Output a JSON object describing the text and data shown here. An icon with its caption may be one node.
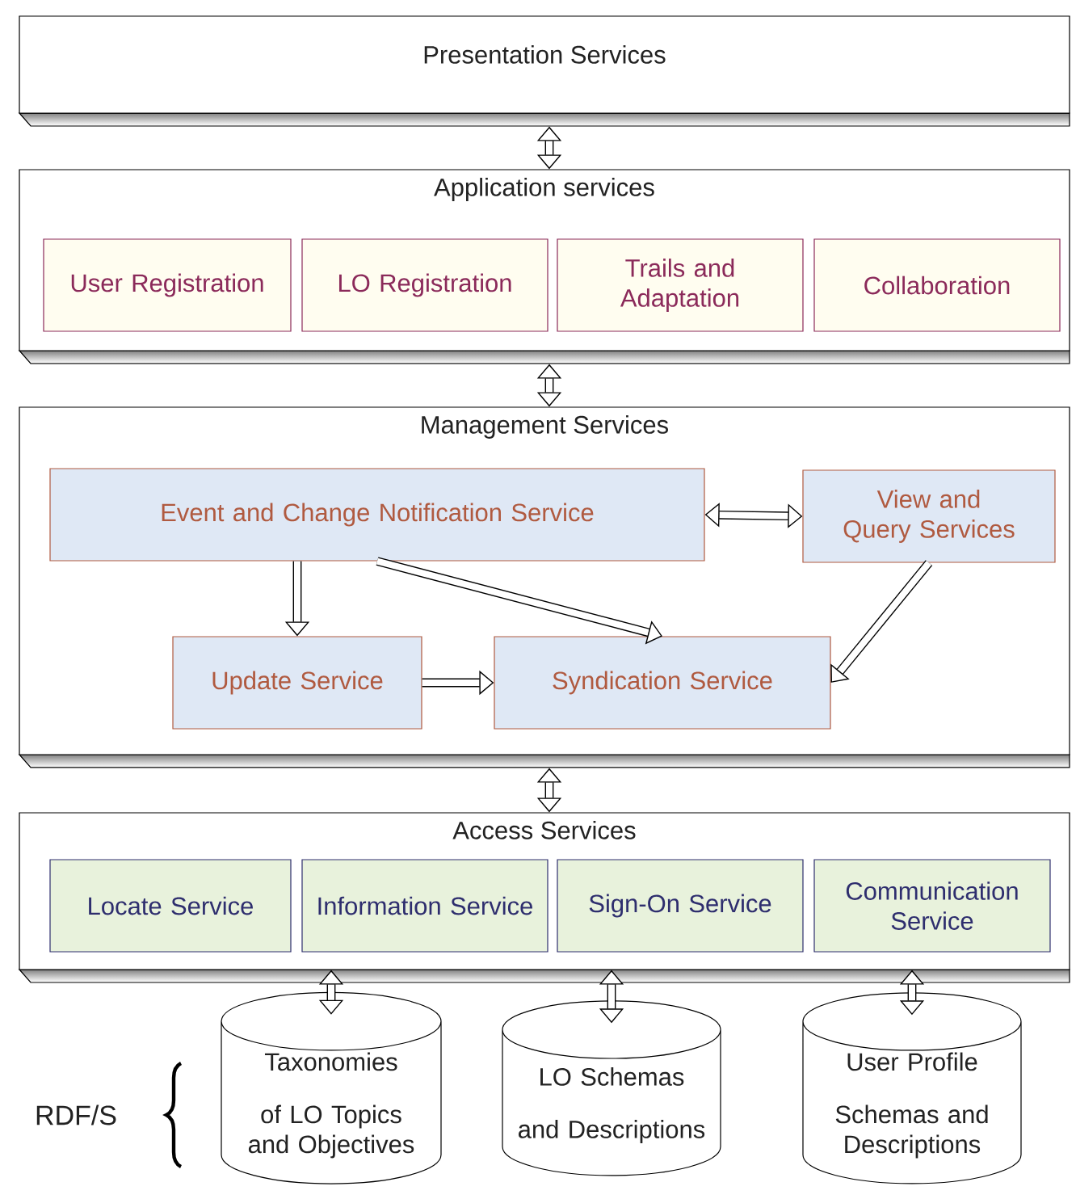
{
  "diagram": {
    "nodes": [
      {
        "text": [
          "Presentation Services"
        ]
      },
      {
        "text": [
          "Application services"
        ]
      },
      {
        "text": [
          "User Registration"
        ],
        "in": 1
      },
      {
        "text": [
          "LO Registration"
        ],
        "in": 1
      },
      {
        "text": [
          "Trails and Adaptation"
        ],
        "in": 1
      },
      {
        "text": [
          "Collaboration"
        ],
        "in": 1
      },
      {
        "text": [
          "Management Services"
        ]
      },
      {
        "text": [
          "Event and Change Notification Service"
        ],
        "in": 6
      },
      {
        "text": [
          "View and Query Services"
        ],
        "in": 6
      },
      {
        "text": [
          "Update Service"
        ],
        "in": 6
      },
      {
        "text": [
          "Syndication Service"
        ],
        "in": 6
      },
      {
        "text": [
          "Access Services"
        ]
      },
      {
        "text": [
          "Locate Service"
        ],
        "in": 11
      },
      {
        "text": [
          "Information Service"
        ],
        "in": 11
      },
      {
        "text": [
          "Sign-On Service"
        ],
        "in": 11
      },
      {
        "text": [
          "Communication Service"
        ],
        "in": 11
      },
      {
        "text": [
          "Taxonomies of LO Topics and Objectives"
        ]
      },
      {
        "text": [
          "LO Schemas and Descriptions"
        ]
      },
      {
        "text": [
          "User Profile Schemas and Descriptions"
        ]
      }
    ],
    "edges": [
      {
        "from": 0,
        "to": 1,
        "arrow": "both"
      },
      {
        "from": 1,
        "to": 6,
        "arrow": "both"
      },
      {
        "from": 6,
        "to": 11,
        "arrow": "both"
      },
      {
        "from": 7,
        "to": 8,
        "arrow": "both"
      },
      {
        "from": 7,
        "to": 9,
        "arrow": "to"
      },
      {
        "from": 7,
        "to": 10,
        "arrow": "to"
      },
      {
        "from": 8,
        "to": 10,
        "arrow": "to"
      },
      {
        "from": 9,
        "to": 10,
        "arrow": "to"
      },
      {
        "from": 11,
        "to": 16,
        "arrow": "both"
      },
      {
        "from": 11,
        "to": 17,
        "arrow": "both"
      },
      {
        "from": 11,
        "to": 18,
        "arrow": "both"
      }
    ],
    "labels": [
      "RDF/S"
    ]
  }
}
